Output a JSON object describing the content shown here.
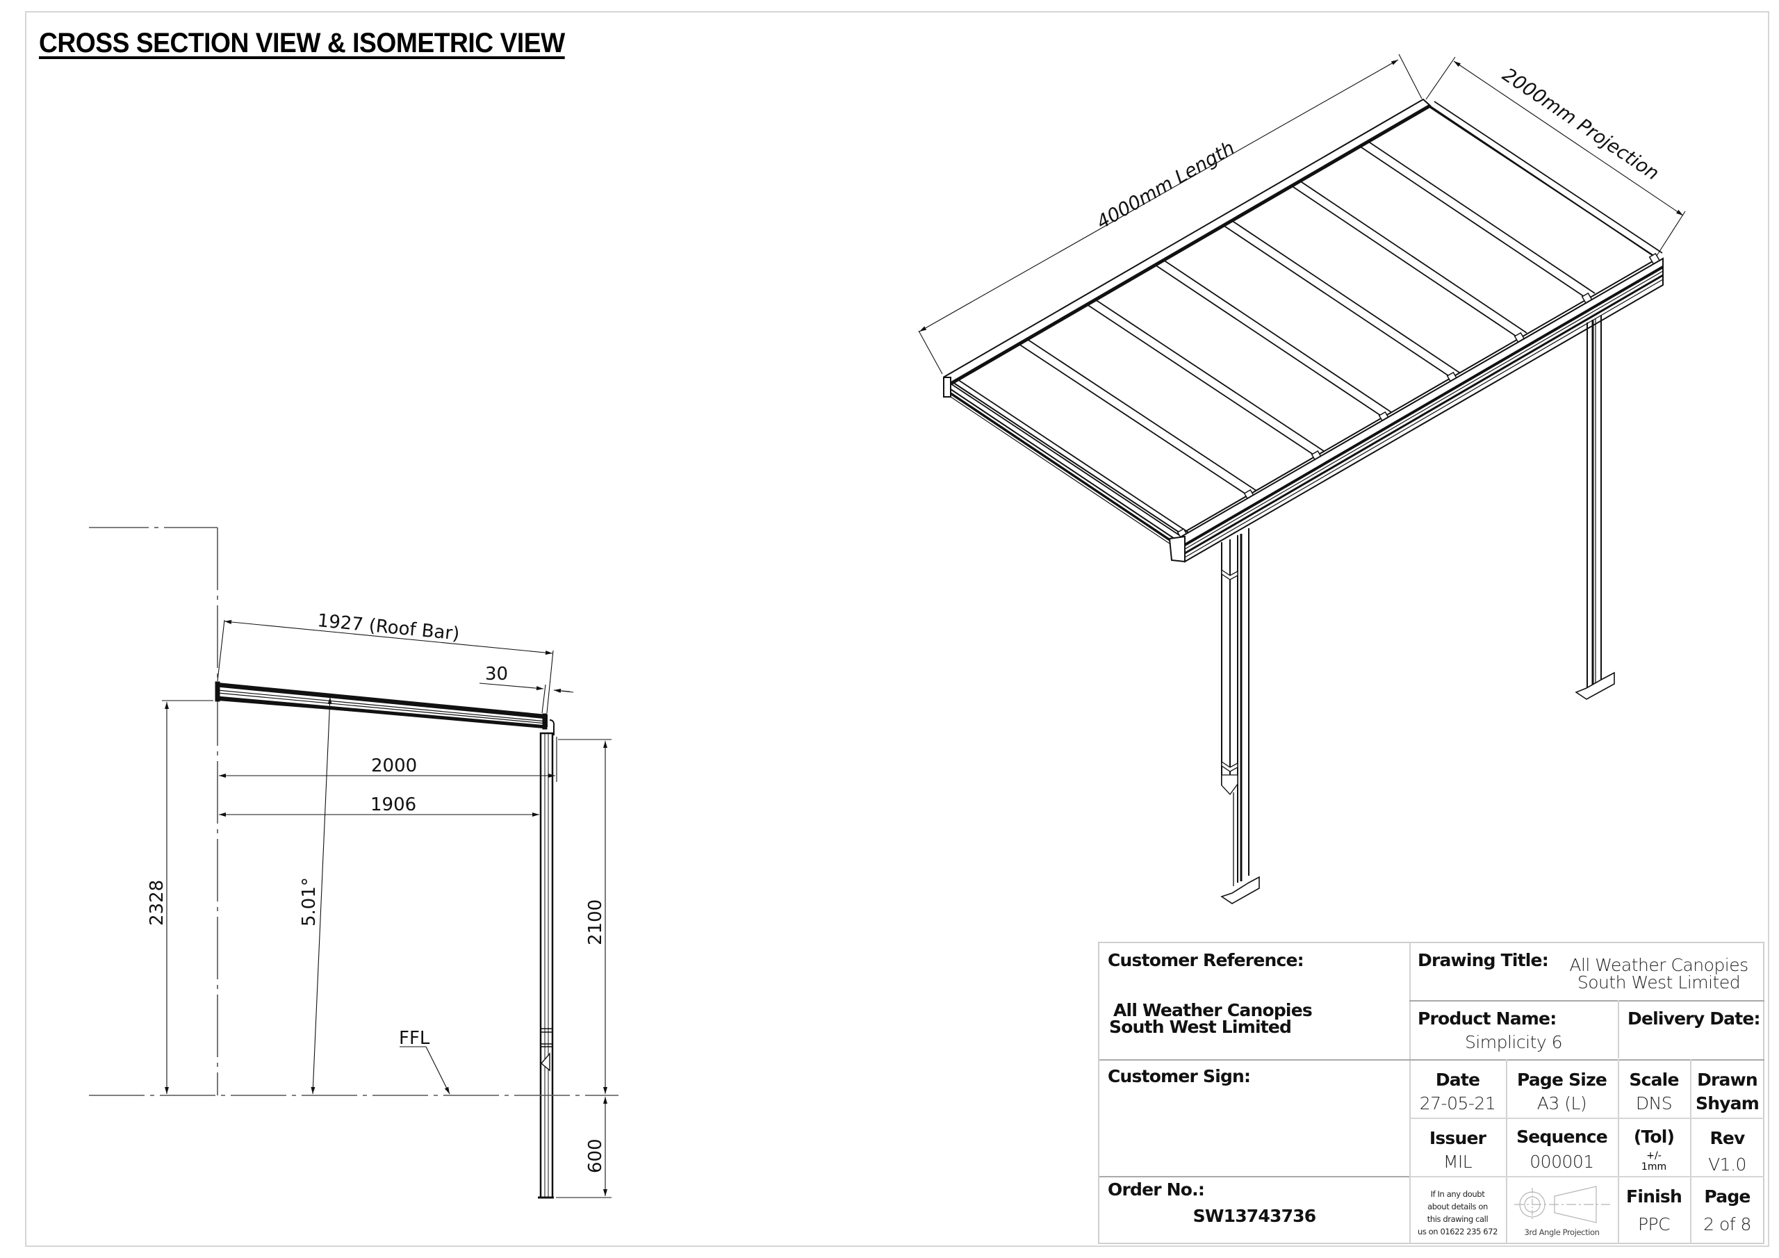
{
  "sheet": {
    "title": "CROSS SECTION VIEW & ISOMETRIC VIEW"
  },
  "cross_section": {
    "dimensions": {
      "roof_bar": "1927 (Roof Bar)",
      "overhang": "30",
      "projection": "2000",
      "post_offset": "1906",
      "wall_height": "2328",
      "pitch": "5.01°",
      "post_height": "2100",
      "post_embed": "600"
    },
    "labels": {
      "floor_level": "FFL"
    }
  },
  "isometric": {
    "dimensions": {
      "length": "4000mm Length",
      "projection": "2000mm Projection"
    },
    "rafter_count": 7
  },
  "title_block": {
    "customer_reference": {
      "label": "Customer Reference:",
      "value_line1": "All Weather Canopies",
      "value_line2": "South West Limited"
    },
    "drawing_title": {
      "label": "Drawing Title:",
      "value_line1": "All Weather Canopies",
      "value_line2": "South West Limited"
    },
    "product_name": {
      "label": "Product Name:",
      "value": "Simplicity 6"
    },
    "delivery_date": {
      "label": "Delivery Date:",
      "value": ""
    },
    "customer_sign": {
      "label": "Customer Sign:",
      "value": ""
    },
    "date": {
      "label": "Date",
      "value": "27-05-21"
    },
    "page_size": {
      "label": "Page Size",
      "value": "A3 (L)"
    },
    "scale": {
      "label": "Scale",
      "value": "DNS"
    },
    "drawn": {
      "label": "Drawn",
      "value": "Shyam"
    },
    "issuer": {
      "label": "Issuer",
      "value": "MIL"
    },
    "sequence": {
      "label": "Sequence",
      "value": "000001"
    },
    "tolerance": {
      "label": "(Tol)",
      "value_line1": "+/-",
      "value_line2": "1mm"
    },
    "rev": {
      "label": "Rev",
      "value": "V1.0"
    },
    "order_no": {
      "label": "Order No.:",
      "value": "SW13743736"
    },
    "contact_note": {
      "line1": "If In any doubt",
      "line2": "about details on",
      "line3": "this drawing call",
      "line4": "us on 01622 235 672"
    },
    "projection_symbol": {
      "icon": "third-angle-projection-icon",
      "label": "3rd Angle Projection"
    },
    "finish": {
      "label": "Finish",
      "value": "PPC"
    },
    "page": {
      "label": "Page",
      "value": "2 of 8"
    }
  },
  "colors": {
    "line": "#111111",
    "border": "#d6d6d6",
    "grid": "#a9a9a9"
  }
}
